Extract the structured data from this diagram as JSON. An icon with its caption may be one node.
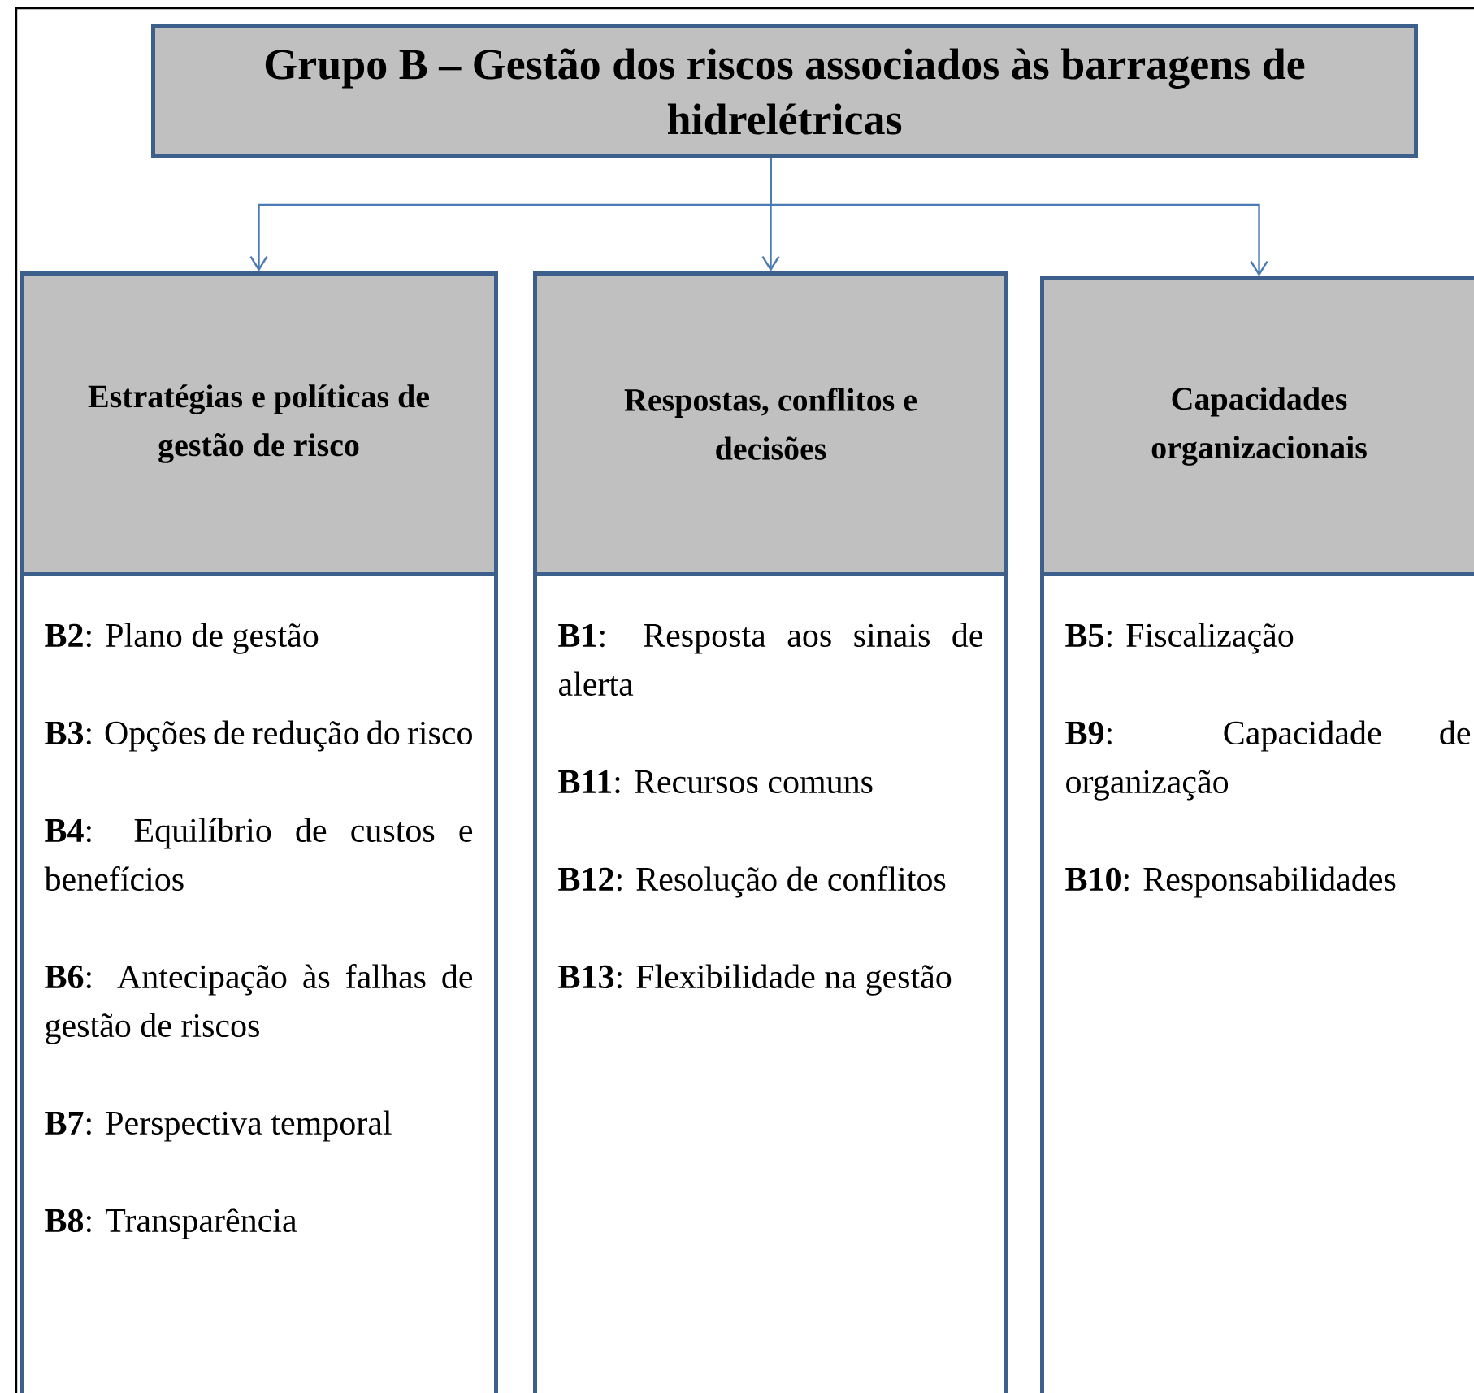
{
  "diagram": {
    "nodes": [
      {
        "text": [
          "Grupo B – Gestão dos riscos associados às barragens de hidrelétricas"
        ]
      },
      {
        "text": [
          "Estratégias e políticas de gestão de risco"
        ]
      },
      {
        "text": [
          "Respostas, conflitos e decisões"
        ]
      },
      {
        "text": [
          "Capacidades organizacionais"
        ]
      },
      {
        "text": [
          "**B2**: Plano de gestão",
          "**B3**: Opções de redução do risco",
          "**B4**: Equilíbrio de custos e benefícios",
          "**B6**: Antecipação às falhas de gestão de riscos",
          "**B7**: Perspectiva temporal",
          "**B8**: Transparência"
        ]
      },
      {
        "text": [
          "**B1**: Resposta aos sinais de alerta",
          "**B11**: Recursos comuns",
          "**B12**: Resolução de conflitos",
          "**B13**: Flexibilidade na gestão"
        ]
      },
      {
        "text": [
          "**B5**: Fiscalização",
          "**B9**: Capacidade de organização",
          "**B10**: Responsabilidades"
        ]
      }
    ],
    "edges": [
      {
        "from": 0,
        "to": 1,
        "arrow": "to"
      },
      {
        "from": 0,
        "to": 2,
        "arrow": "to"
      },
      {
        "from": 0,
        "to": 3,
        "arrow": "to"
      }
    ]
  }
}
